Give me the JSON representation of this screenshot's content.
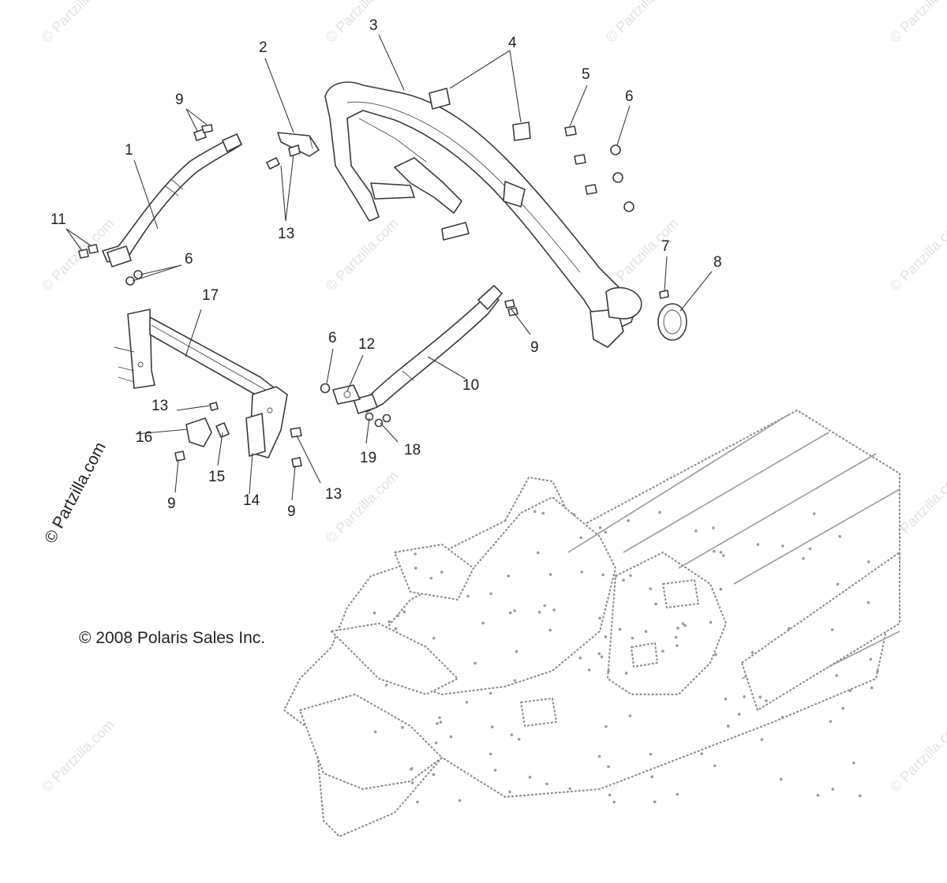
{
  "copyright": "© 2008 Polaris Sales Inc.",
  "side_watermark": "© Partzilla.com",
  "watermark": "© Partzilla.com",
  "callouts": {
    "c1": "1",
    "c2": "2",
    "c3": "3",
    "c4": "4",
    "c5": "5",
    "c6a": "6",
    "c6b": "6",
    "c6c": "6",
    "c7": "7",
    "c8": "8",
    "c9a": "9",
    "c9b": "9",
    "c9c": "9",
    "c9d": "9",
    "c10": "10",
    "c11": "11",
    "c12": "12",
    "c13a": "13",
    "c13b": "13",
    "c13c": "13",
    "c14": "14",
    "c15": "15",
    "c16": "16",
    "c17": "17",
    "c18": "18",
    "c19": "19"
  }
}
